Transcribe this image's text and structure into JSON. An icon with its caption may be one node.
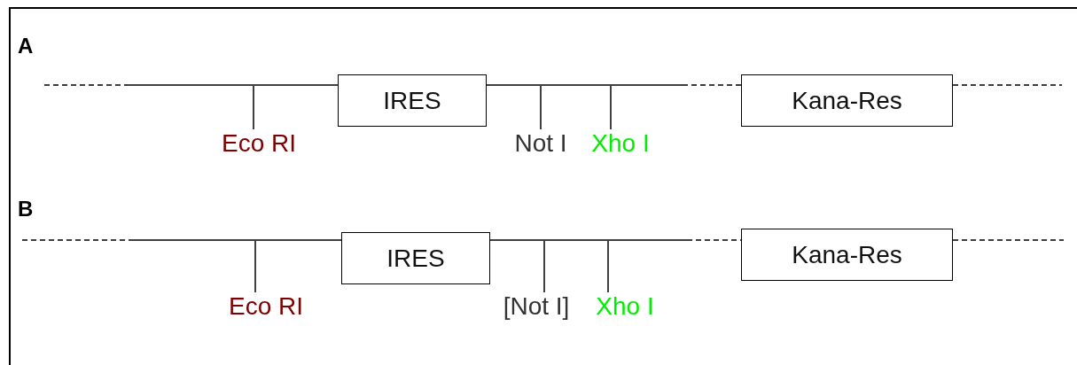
{
  "diagram": {
    "nodes": [
      {
        "text": [
          "IRES"
        ]
      },
      {
        "text": [
          "Kana-Res"
        ]
      },
      {
        "text": [
          "Eco RI"
        ]
      },
      {
        "text": [
          "Not I"
        ]
      },
      {
        "text": [
          "Xho I"
        ]
      },
      {
        "text": [
          "IRES"
        ]
      },
      {
        "text": [
          "Kana-Res"
        ]
      },
      {
        "text": [
          "Eco RI"
        ]
      },
      {
        "text": [
          "[Not I]"
        ]
      },
      {
        "text": [
          "Xho I"
        ]
      }
    ],
    "edges": [
      {
        "from": null,
        "to": 0,
        "arrow": "none"
      },
      {
        "from": 0,
        "to": null,
        "arrow": "none"
      },
      {
        "from": null,
        "to": 1,
        "arrow": "none",
        "style": "dashed"
      },
      {
        "from": 1,
        "to": null,
        "arrow": "none",
        "style": "dashed"
      },
      {
        "from": 2,
        "to": null,
        "arrow": "none"
      },
      {
        "from": 3,
        "to": null,
        "arrow": "none"
      },
      {
        "from": 4,
        "to": null,
        "arrow": "none"
      },
      {
        "from": null,
        "to": 5,
        "arrow": "none"
      },
      {
        "from": 5,
        "to": null,
        "arrow": "none"
      },
      {
        "from": null,
        "to": 6,
        "arrow": "none",
        "style": "dashed"
      },
      {
        "from": 6,
        "to": null,
        "arrow": "none",
        "style": "dashed"
      },
      {
        "from": 7,
        "to": null,
        "arrow": "none"
      },
      {
        "from": 8,
        "to": null,
        "arrow": "none"
      },
      {
        "from": 9,
        "to": null,
        "arrow": "none"
      }
    ],
    "labels": [
      "A",
      "B"
    ]
  }
}
